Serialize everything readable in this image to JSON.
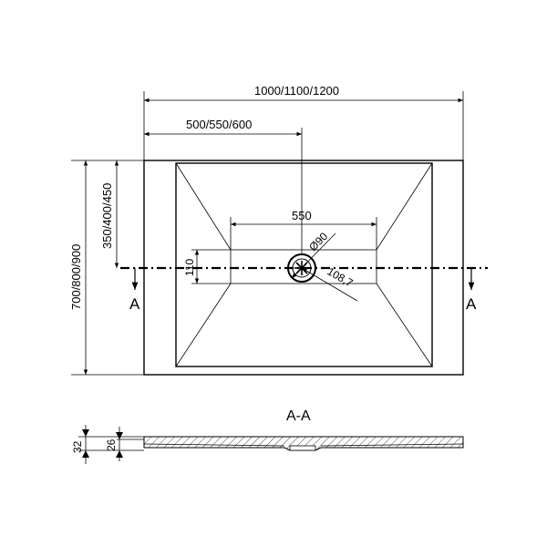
{
  "dimensions": {
    "overall_width": "1000/1100/1200",
    "drain_offset_x": "500/550/600",
    "overall_depth": "700/800/900",
    "drain_offset_y": "350/400/450",
    "channel_length": "550",
    "channel_width": "110",
    "drain_diameter": "Ø90",
    "drain_radius_line": "108,7"
  },
  "section": {
    "marker_left": "A",
    "marker_right": "A",
    "title": "A-A",
    "height_total": "32",
    "height_inner": "26"
  }
}
